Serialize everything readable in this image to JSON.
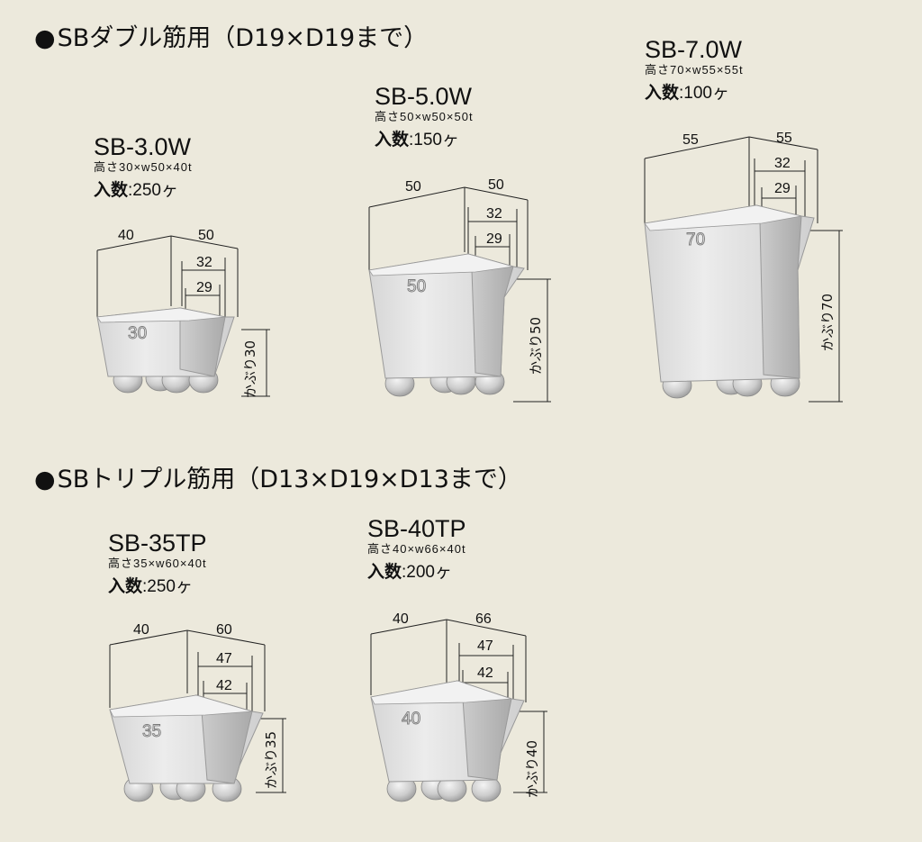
{
  "sections": [
    {
      "title": "SBダブル筋用（D19×D19まで）"
    },
    {
      "title": "SBトリプル筋用（D13×D19×D13まで）"
    }
  ],
  "bullet": "●",
  "qty_label": "入数",
  "products": [
    {
      "name": "SB-3.0W",
      "dims": "高さ30×w50×40t",
      "qty": ":250ヶ",
      "top_left": "40",
      "top_right": "50",
      "inner1": "32",
      "inner2": "29",
      "stamp": "30",
      "cover": "かぶり30"
    },
    {
      "name": "SB-5.0W",
      "dims": "高さ50×w50×50t",
      "qty": ":150ヶ",
      "top_left": "50",
      "top_right": "50",
      "inner1": "32",
      "inner2": "29",
      "stamp": "50",
      "cover": "かぶり50"
    },
    {
      "name": "SB-7.0W",
      "dims": "高さ70×w55×55t",
      "qty": ":100ヶ",
      "top_left": "55",
      "top_right": "55",
      "inner1": "32",
      "inner2": "29",
      "stamp": "70",
      "cover": "かぶり70"
    },
    {
      "name": "SB-35TP",
      "dims": "高さ35×w60×40t",
      "qty": ":250ヶ",
      "top_left": "40",
      "top_right": "60",
      "inner1": "47",
      "inner2": "42",
      "stamp": "35",
      "cover": "かぶり35"
    },
    {
      "name": "SB-40TP",
      "dims": "高さ40×w66×40t",
      "qty": ":200ヶ",
      "top_left": "40",
      "top_right": "66",
      "inner1": "47",
      "inner2": "42",
      "stamp": "40",
      "cover": "かぶり40"
    }
  ],
  "colors": {
    "background": "#ece9dc",
    "spacer_body": "#e4e4e4",
    "spacer_shadow": "#b9b9b9",
    "outline": "#8a8a8a"
  }
}
